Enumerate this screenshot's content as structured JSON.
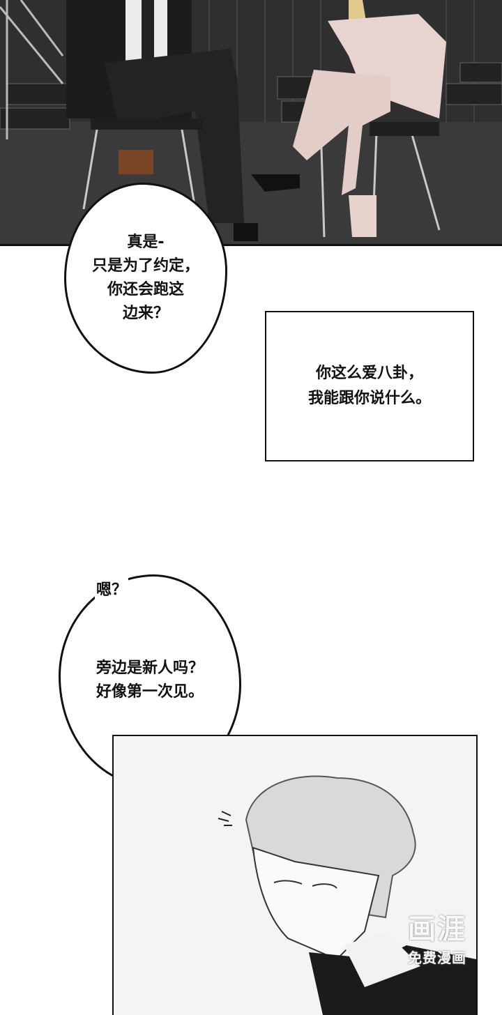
{
  "bubbles": {
    "top": "真是-\n只是为了约定，\n你还会跑这\n边来？",
    "middle": "旁边是新人吗？\n好像第一次见。"
  },
  "box": {
    "text": "你这么爱八卦，\n我能跟你说什么。"
  },
  "sfx": {
    "text": "嗯？"
  },
  "watermark": {
    "logo": "画涯",
    "sub": "免费漫画"
  }
}
